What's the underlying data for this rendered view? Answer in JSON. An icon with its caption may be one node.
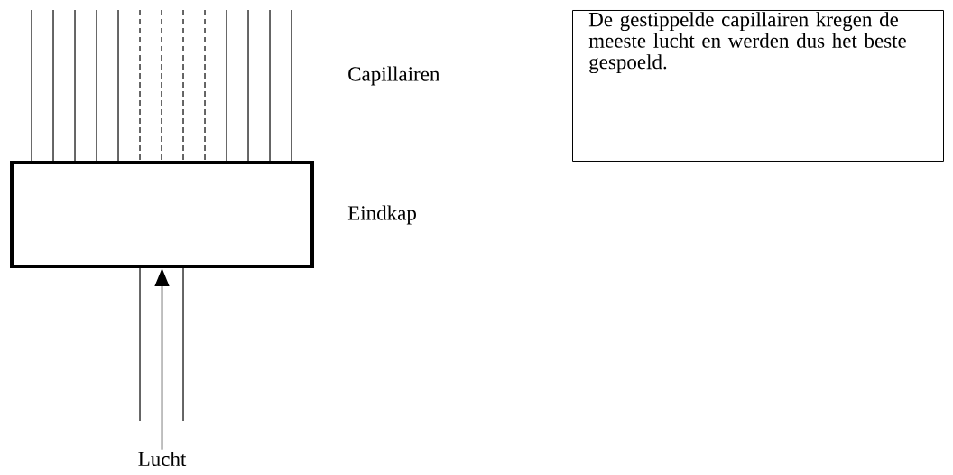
{
  "diagram": {
    "nodes": [
      {
        "text": [],
        "shape": "box"
      },
      {
        "text": [
          "Lucht"
        ]
      },
      {
        "text": [
          "De gestippelde capillairen kregen de meeste lucht en werden dus het beste gespoeld."
        ]
      }
    ],
    "edges": [
      {
        "from": 1,
        "to": 0,
        "arrow": "to"
      }
    ],
    "labels": [
      "Capillairen",
      "Eindkap"
    ]
  }
}
